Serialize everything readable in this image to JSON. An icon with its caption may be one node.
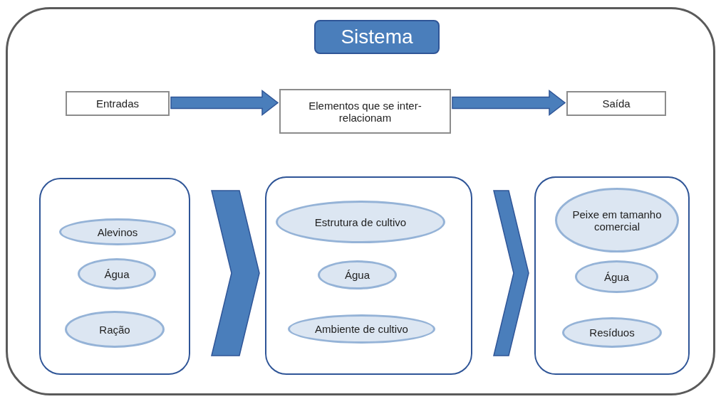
{
  "diagram": {
    "nodes": [
      {
        "text": [],
        "shape": "box"
      },
      {
        "text": [
          "Sistema"
        ],
        "in": 0
      },
      {
        "text": [
          "Entradas"
        ],
        "in": 0
      },
      {
        "text": [
          "Elementos que se inter-relacionam"
        ],
        "in": 0
      },
      {
        "text": [
          "Saída"
        ],
        "in": 0
      },
      {
        "text": [],
        "shape": "box",
        "in": 0
      },
      {
        "text": [
          "Alevinos"
        ],
        "in": 5
      },
      {
        "text": [
          "Água"
        ],
        "in": 5
      },
      {
        "text": [
          "Ração"
        ],
        "in": 5
      },
      {
        "text": [],
        "shape": "box",
        "in": 0
      },
      {
        "text": [
          "Estrutura de cultivo"
        ],
        "in": 9
      },
      {
        "text": [
          "Água"
        ],
        "in": 9
      },
      {
        "text": [
          "Ambiente de cultivo"
        ],
        "in": 9
      },
      {
        "text": [],
        "shape": "box",
        "in": 0
      },
      {
        "text": [
          "Peixe em tamanho comercial"
        ],
        "in": 13
      },
      {
        "text": [
          "Água"
        ],
        "in": 13
      },
      {
        "text": [
          "Resíduos"
        ],
        "in": 13
      }
    ],
    "edges": [
      {
        "from": 2,
        "to": 3,
        "arrow": "to"
      },
      {
        "from": 3,
        "to": 4,
        "arrow": "to"
      },
      {
        "from": 5,
        "to": 9,
        "arrow": "to"
      },
      {
        "from": 9,
        "to": 13,
        "arrow": "to"
      }
    ]
  }
}
